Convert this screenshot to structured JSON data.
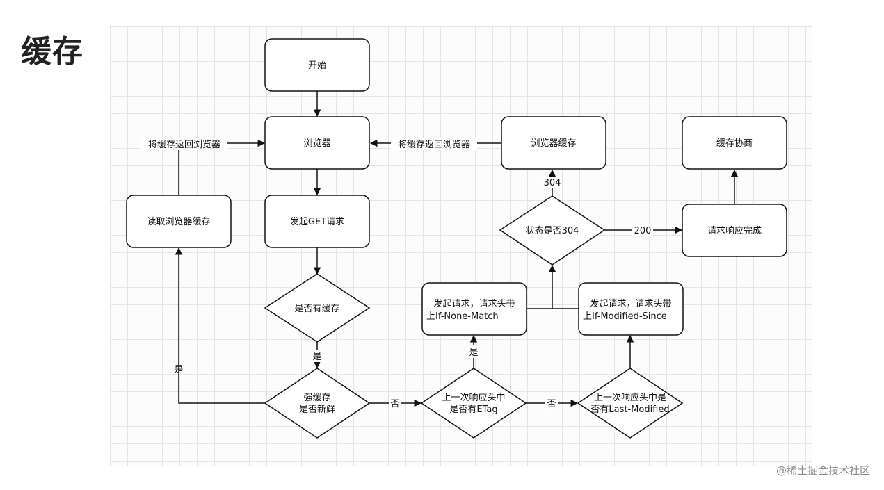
{
  "title": "缓存",
  "watermark": "@稀土掘金技术社区",
  "nodes": {
    "start": "开始",
    "browser": "浏览器",
    "browser_cache": "浏览器缓存",
    "cache_negotiation": "缓存协商",
    "read_cache": "读取浏览器缓存",
    "send_get": "发起GET请求",
    "status_304": "状态是否304",
    "response_done": "请求响应完成",
    "req_inm_line1": "发起请求，请求头带",
    "req_inm_line2": "上If-None-Match",
    "req_ims_line1": "发起请求，请求头带",
    "req_ims_line2": "上If-Modified-Since",
    "has_cache": "是否有缓存",
    "strong_line1": "强缓存",
    "strong_line2": "是否新鲜",
    "etag_line1": "上一次响应头中",
    "etag_line2": "是否有ETag",
    "lm_line1": "上一次响应头中是",
    "lm_line2": "否有Last-Modified"
  },
  "edges": {
    "return_cache_left": "将缓存返回浏览器",
    "return_cache_right": "将缓存返回浏览器",
    "label_304": "304",
    "label_200": "200",
    "yes_has_cache": "是",
    "yes_fresh": "是",
    "no_fresh": "否",
    "yes_etag": "是",
    "no_etag": "否"
  }
}
